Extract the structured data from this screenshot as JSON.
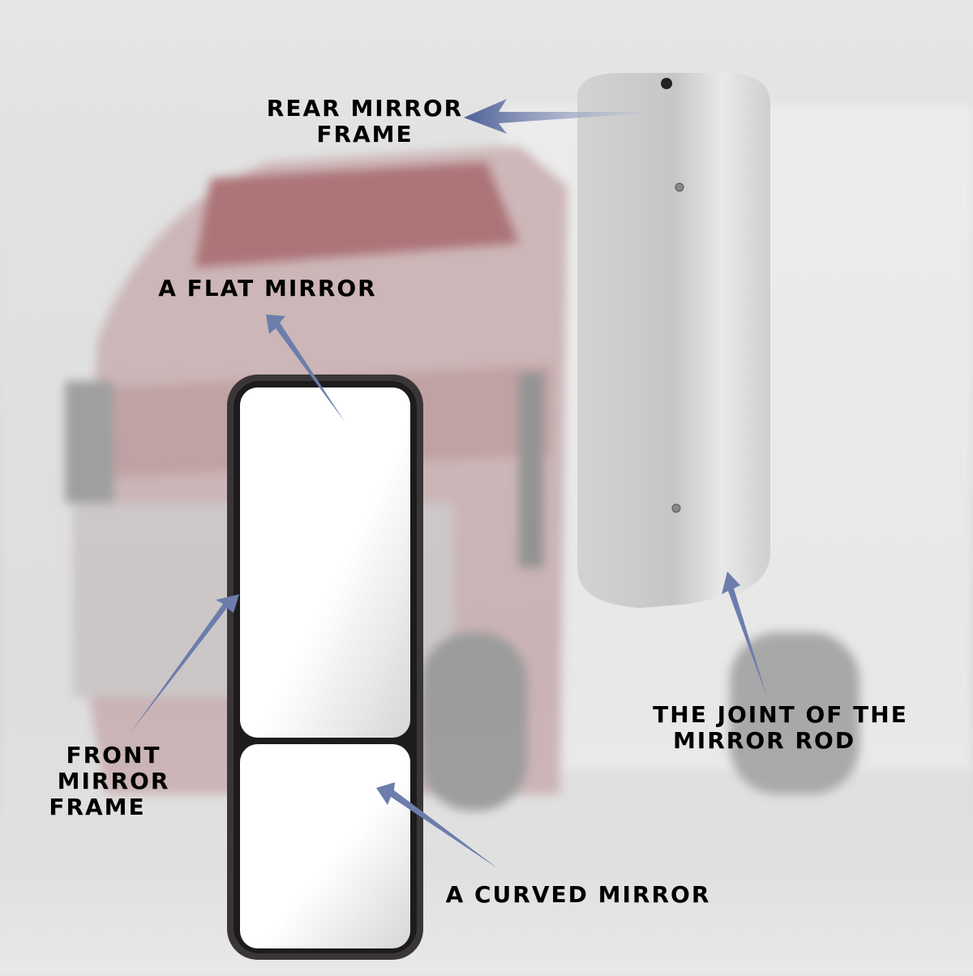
{
  "labels": {
    "rear_frame": [
      "REAR MIRROR",
      "FRAME"
    ],
    "flat_mirror": [
      "A FLAT MIRROR"
    ],
    "front_frame": [
      "FRONT MIRROR",
      "FRAME"
    ],
    "curved_mirror": [
      "A CURVED MIRROR"
    ],
    "rod_joint": [
      "THE JOINT OF THE",
      "MIRROR ROD"
    ]
  },
  "colors": {
    "arrow": "#5b6fa3",
    "frame": "#3a3638",
    "chrome": "#d9d9d9",
    "truck_cab": "#a8676b"
  }
}
